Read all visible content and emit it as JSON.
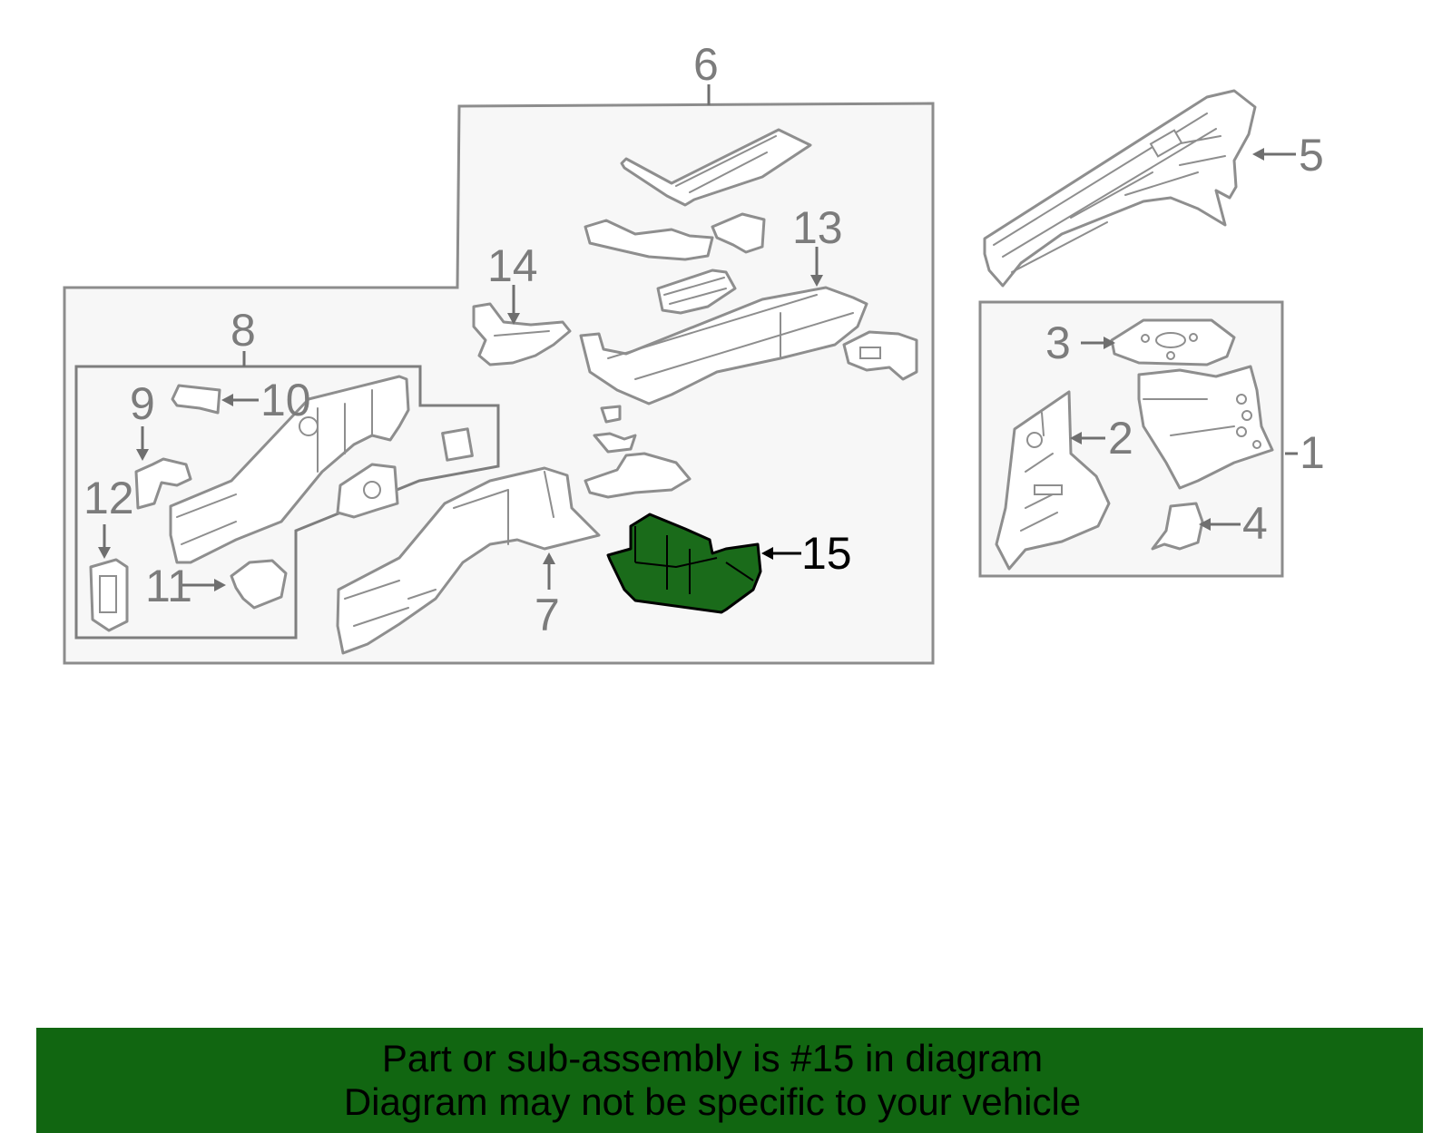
{
  "diagram": {
    "callouts": {
      "c1": "1",
      "c2": "2",
      "c3": "3",
      "c4": "4",
      "c5": "5",
      "c6": "6",
      "c7": "7",
      "c8": "8",
      "c9": "9",
      "c10": "10",
      "c11": "11",
      "c12": "12",
      "c13": "13",
      "c14": "14",
      "c15": "15"
    },
    "highlighted_part": "15",
    "colors": {
      "highlight_fill": "#1a6b1a",
      "banner": "#116611",
      "line_art": "#8e8e8e"
    }
  },
  "footer": {
    "line1": "Part or sub-assembly is #15 in diagram",
    "line2": "Diagram may not be specific to your vehicle"
  }
}
